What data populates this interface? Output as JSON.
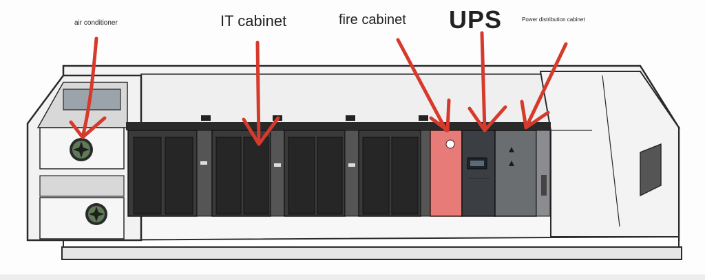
{
  "labels": {
    "air_conditioner": "air conditioner",
    "it_cabinet": "IT cabinet",
    "fire_cabinet": "fire cabinet",
    "ups": "UPS",
    "power_distribution_cabinet": "Power distribution cabinet"
  },
  "colors": {
    "arrow": "#d63a2c",
    "fire_cabinet": "#e77b77",
    "it_cabinet": "#3a3a3a",
    "ups_cabinet": "#3b3e42",
    "power_cabinet": "#6b6e71",
    "container_outline": "#2a2a2a",
    "fan_blade": "#5e7a56"
  }
}
